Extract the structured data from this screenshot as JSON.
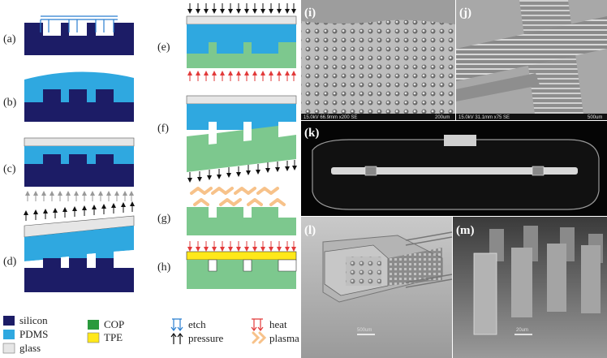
{
  "steps": {
    "a": "(a)",
    "b": "(b)",
    "c": "(c)",
    "d": "(d)",
    "e": "(e)",
    "f": "(f)",
    "g": "(g)",
    "h": "(h)"
  },
  "panels": {
    "i": "(i)",
    "j": "(j)",
    "k": "(k)",
    "l": "(l)",
    "m": "(m)"
  },
  "sem_info": {
    "i": "15.0kV 66.9mm x200 SE",
    "i_scale": "200um",
    "j": "15.0kV 31.1mm x75 SE",
    "j_scale": "500um",
    "l_scale": "500um",
    "m_scale": "20um"
  },
  "legend": {
    "silicon": "silicon",
    "pdms": "PDMS",
    "glass": "glass",
    "cop": "COP",
    "tpe": "TPE",
    "etch": "etch",
    "pressure": "pressure",
    "heat": "heat",
    "plasma": "plasma"
  },
  "colors": {
    "silicon": "#1c1c66",
    "pdms": "#2fa8e0",
    "glass": "#e6e6e6",
    "cop": "#7dc88e",
    "tpe": "#ffe81a",
    "etch": "#2b7fd0",
    "pressure": "#111111",
    "heat": "#e23a3a",
    "plasma": "#f7c28a"
  }
}
